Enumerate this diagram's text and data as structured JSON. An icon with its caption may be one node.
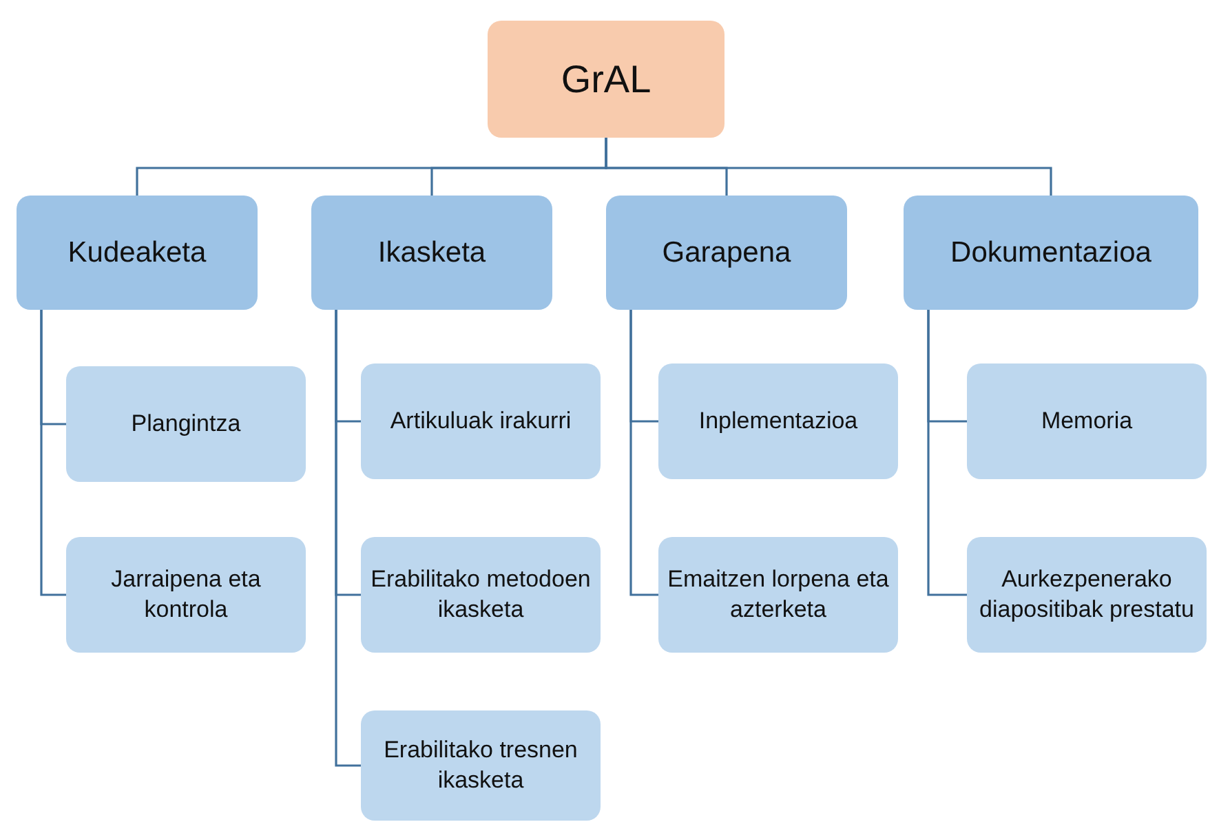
{
  "diagram": {
    "nodes": [
      {
        "text": [
          "GrAL"
        ]
      },
      {
        "text": [
          "Kudeaketa"
        ]
      },
      {
        "text": [
          "Plangintza"
        ]
      },
      {
        "text": [
          "Jarraipena eta kontrola"
        ]
      },
      {
        "text": [
          "Ikasketa"
        ]
      },
      {
        "text": [
          "Artikuluak irakurri"
        ]
      },
      {
        "text": [
          "Erabilitako metodoen ikasketa"
        ]
      },
      {
        "text": [
          "Erabilitako tresnen ikasketa"
        ]
      },
      {
        "text": [
          "Garapena"
        ]
      },
      {
        "text": [
          "Inplementazioa"
        ]
      },
      {
        "text": [
          "Emaitzen lorpena eta azterketa"
        ]
      },
      {
        "text": [
          "Dokumentazioa"
        ]
      },
      {
        "text": [
          "Memoria"
        ]
      },
      {
        "text": [
          "Aurkezpenerako diapositibak prestatu"
        ]
      }
    ],
    "edges": [
      {
        "from": 0,
        "to": 1,
        "arrow": "none"
      },
      {
        "from": 0,
        "to": 4,
        "arrow": "none"
      },
      {
        "from": 0,
        "to": 8,
        "arrow": "none"
      },
      {
        "from": 0,
        "to": 11,
        "arrow": "none"
      },
      {
        "from": 1,
        "to": 2,
        "arrow": "none"
      },
      {
        "from": 1,
        "to": 3,
        "arrow": "none"
      },
      {
        "from": 4,
        "to": 5,
        "arrow": "none"
      },
      {
        "from": 4,
        "to": 6,
        "arrow": "none"
      },
      {
        "from": 4,
        "to": 7,
        "arrow": "none"
      },
      {
        "from": 8,
        "to": 9,
        "arrow": "none"
      },
      {
        "from": 8,
        "to": 10,
        "arrow": "none"
      },
      {
        "from": 11,
        "to": 12,
        "arrow": "none"
      },
      {
        "from": 11,
        "to": 13,
        "arrow": "none"
      }
    ]
  }
}
